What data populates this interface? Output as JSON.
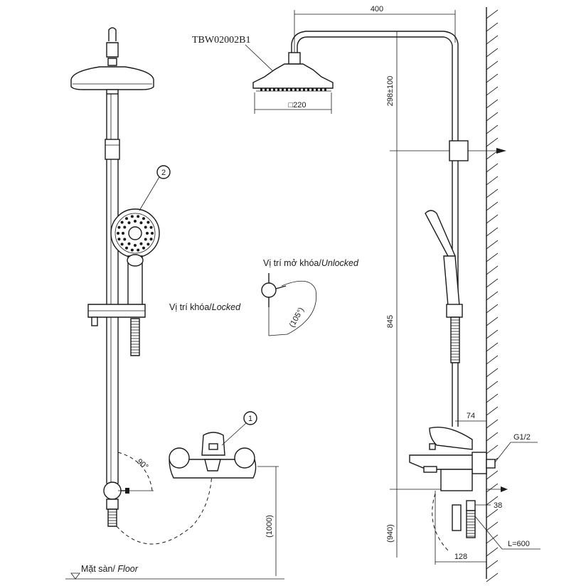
{
  "model_label": "TBW02002B1",
  "callouts": {
    "faucet": "1",
    "hand_shower": "2"
  },
  "lock": {
    "unlocked_vi": "Vị trí mở khóa/",
    "unlocked_en": "Unlocked",
    "locked_vi": "Vị trí khóa/",
    "locked_en": "Locked",
    "angle": "(105°)"
  },
  "angle_90": "90°",
  "floor": {
    "vi": "Mặt sàn/ ",
    "en": "Floor"
  },
  "dimensions": {
    "arm_length": "400",
    "head_diameter": "□220",
    "head_offset": "298±100",
    "riser_height": "845",
    "wall_offset_top": "74",
    "thread": "G1/2",
    "inlet_gap": "38",
    "faucet_height_front": "(1000)",
    "faucet_height_side": "(940)",
    "base_depth": "128",
    "hose_length": "L=600"
  }
}
